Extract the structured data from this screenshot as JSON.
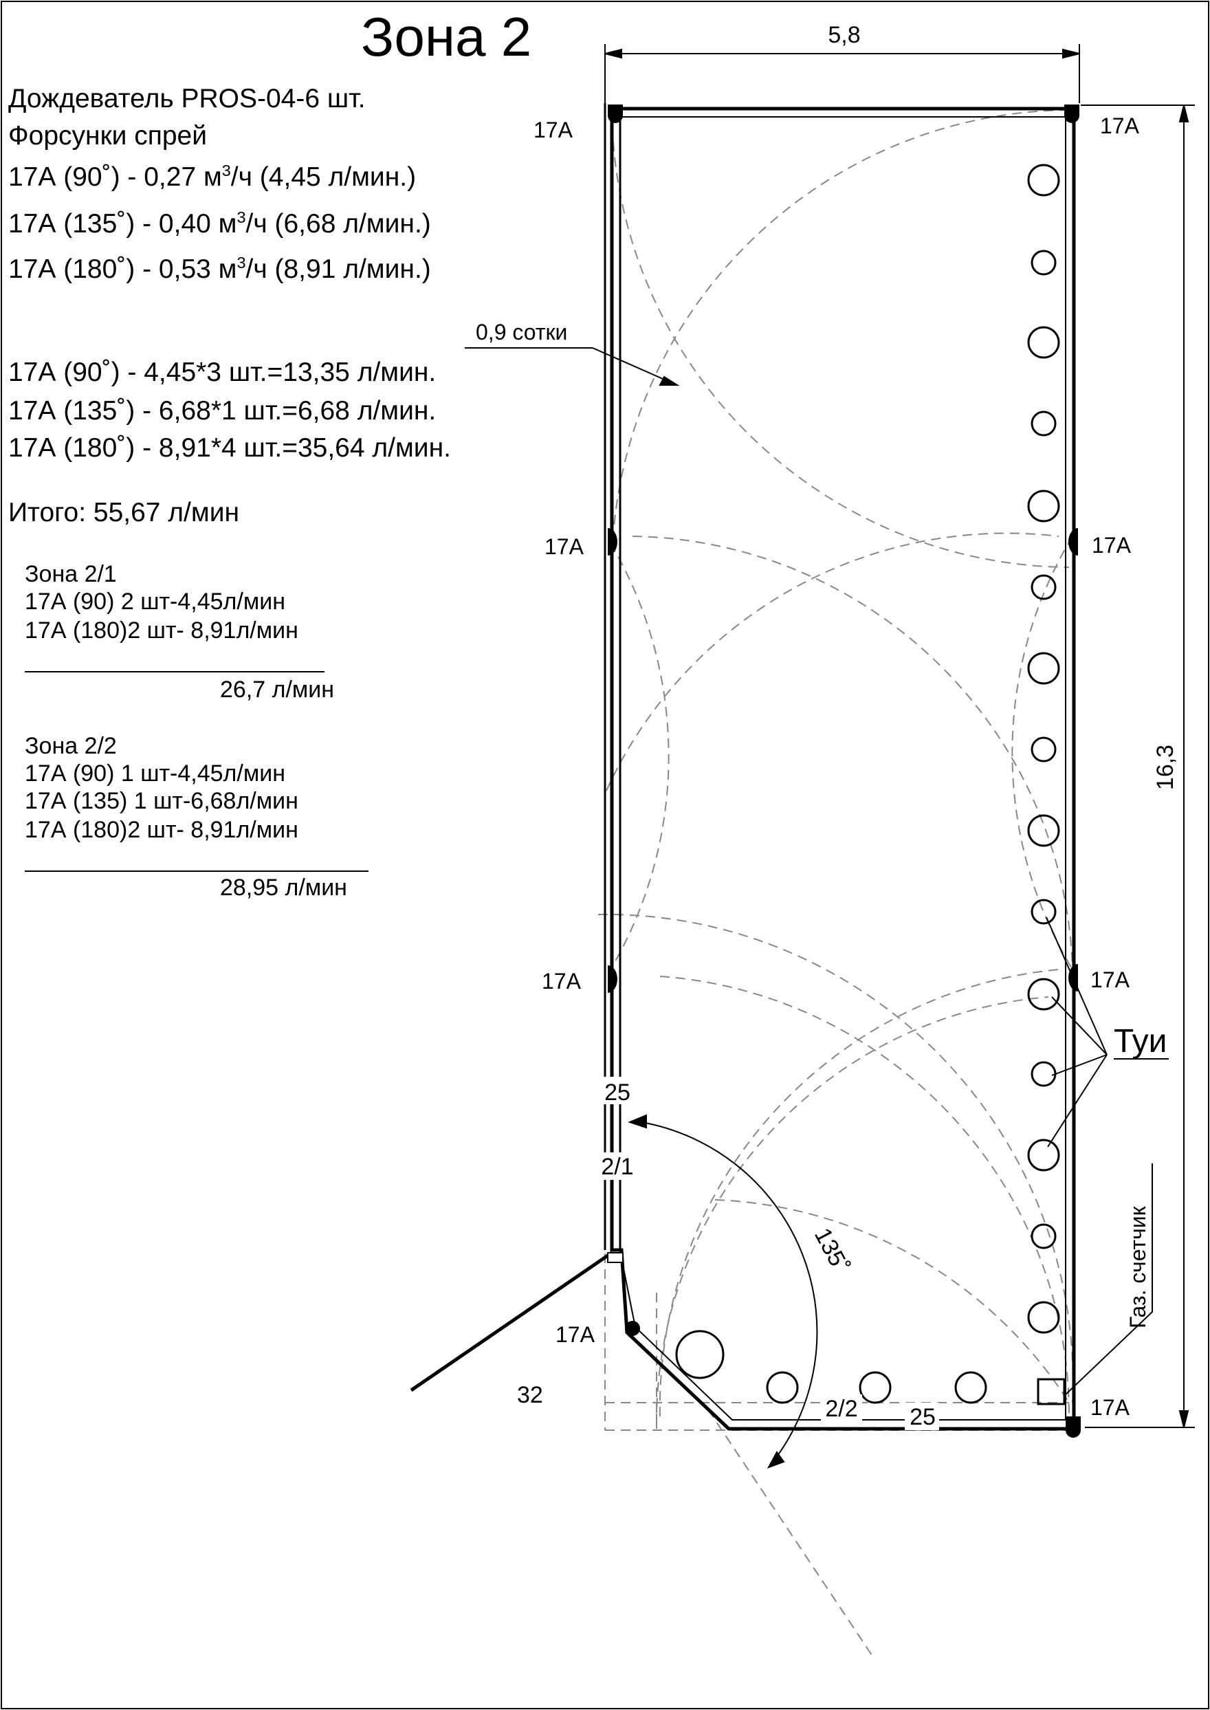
{
  "title": "Зона 2",
  "specs": {
    "line1": "Дождеватель PROS-04-6 шт.",
    "line2": "Форсунки спрей",
    "nozzles": [
      {
        "pre": "17А (90˚)   - 0,27 м",
        "sup": "3",
        "post": "/ч (4,45 л/мин.)"
      },
      {
        "pre": "17А (135˚) - 0,40 м",
        "sup": "3",
        "post": "/ч (6,68 л/мин.)"
      },
      {
        "pre": "17А (180˚) - 0,53 м",
        "sup": "3",
        "post": "/ч (8,91 л/мин.)"
      }
    ],
    "calc": [
      "17А (90˚)  -  4,45*3 шт.=13,35 л/мин.",
      "17А (135˚) - 6,68*1 шт.=6,68   л/мин.",
      "17А (180˚) - 8,91*4 шт.=35,64 л/мин."
    ],
    "total": "Итого: 55,67 л/мин"
  },
  "zone21": {
    "title": "Зона 2/1",
    "lines": [
      "17А (90) 2 шт-4,45л/мин",
      "17А (180)2 шт- 8,91л/мин"
    ],
    "sum": "26,7 л/мин"
  },
  "zone22": {
    "title": "Зона 2/2",
    "lines": [
      "17А (90) 1 шт-4,45л/мин",
      "17А (135) 1 шт-6,68л/мин",
      "17А (180)2 шт- 8,91л/мин"
    ],
    "sum": "28,95 л/мин"
  },
  "plan": {
    "width_dim": "5,8",
    "height_dim": "16,3",
    "area_label": "0,9 сотки",
    "nozzle_label": "17А",
    "trees_label": "Туи",
    "angle_label": "135˚",
    "pipe_left_25": "25",
    "pipe_left_zone": "2/1",
    "pipe_bottom_zone": "2/2",
    "pipe_bottom_25": "25",
    "main_pipe": "32",
    "gas_meter": "Газ. счетчик"
  }
}
